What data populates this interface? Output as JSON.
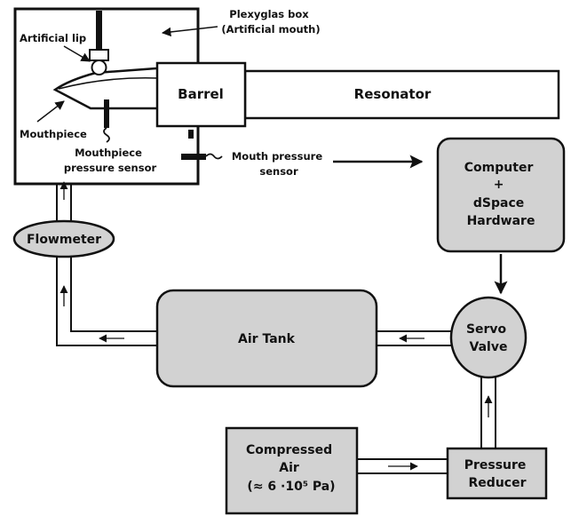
{
  "colors": {
    "stroke": "#111111",
    "fill_gray": "#d2d2d2",
    "background": "#ffffff"
  },
  "labels": {
    "plexyglas_box_line1": "Plexyglas box",
    "plexyglas_box_line2": "(Artificial mouth)",
    "artificial_lip": "Artificial lip",
    "barrel": "Barrel",
    "resonator": "Resonator",
    "mouthpiece": "Mouthpiece",
    "mouthpiece_sensor_line1": "Mouthpiece",
    "mouthpiece_sensor_line2": "pressure sensor",
    "mouth_sensor_line1": "Mouth pressure",
    "mouth_sensor_line2": "sensor",
    "computer_line1": "Computer",
    "computer_line2": "+",
    "computer_line3": "dSpace",
    "computer_line4": "Hardware",
    "flowmeter": "Flowmeter",
    "air_tank": "Air Tank",
    "servo_line1": "Servo",
    "servo_line2": "Valve",
    "compressed_line1": "Compressed",
    "compressed_line2": "Air",
    "compressed_line3": "(≈ 6 ·10⁵ Pa)",
    "reducer_line1": "Pressure",
    "reducer_line2": "Reducer"
  },
  "icons": {
    "artificial_lip": "lip-clamp-icon",
    "sensor": "pressure-sensor-icon",
    "flow_arrow": "flow-arrow-icon"
  }
}
